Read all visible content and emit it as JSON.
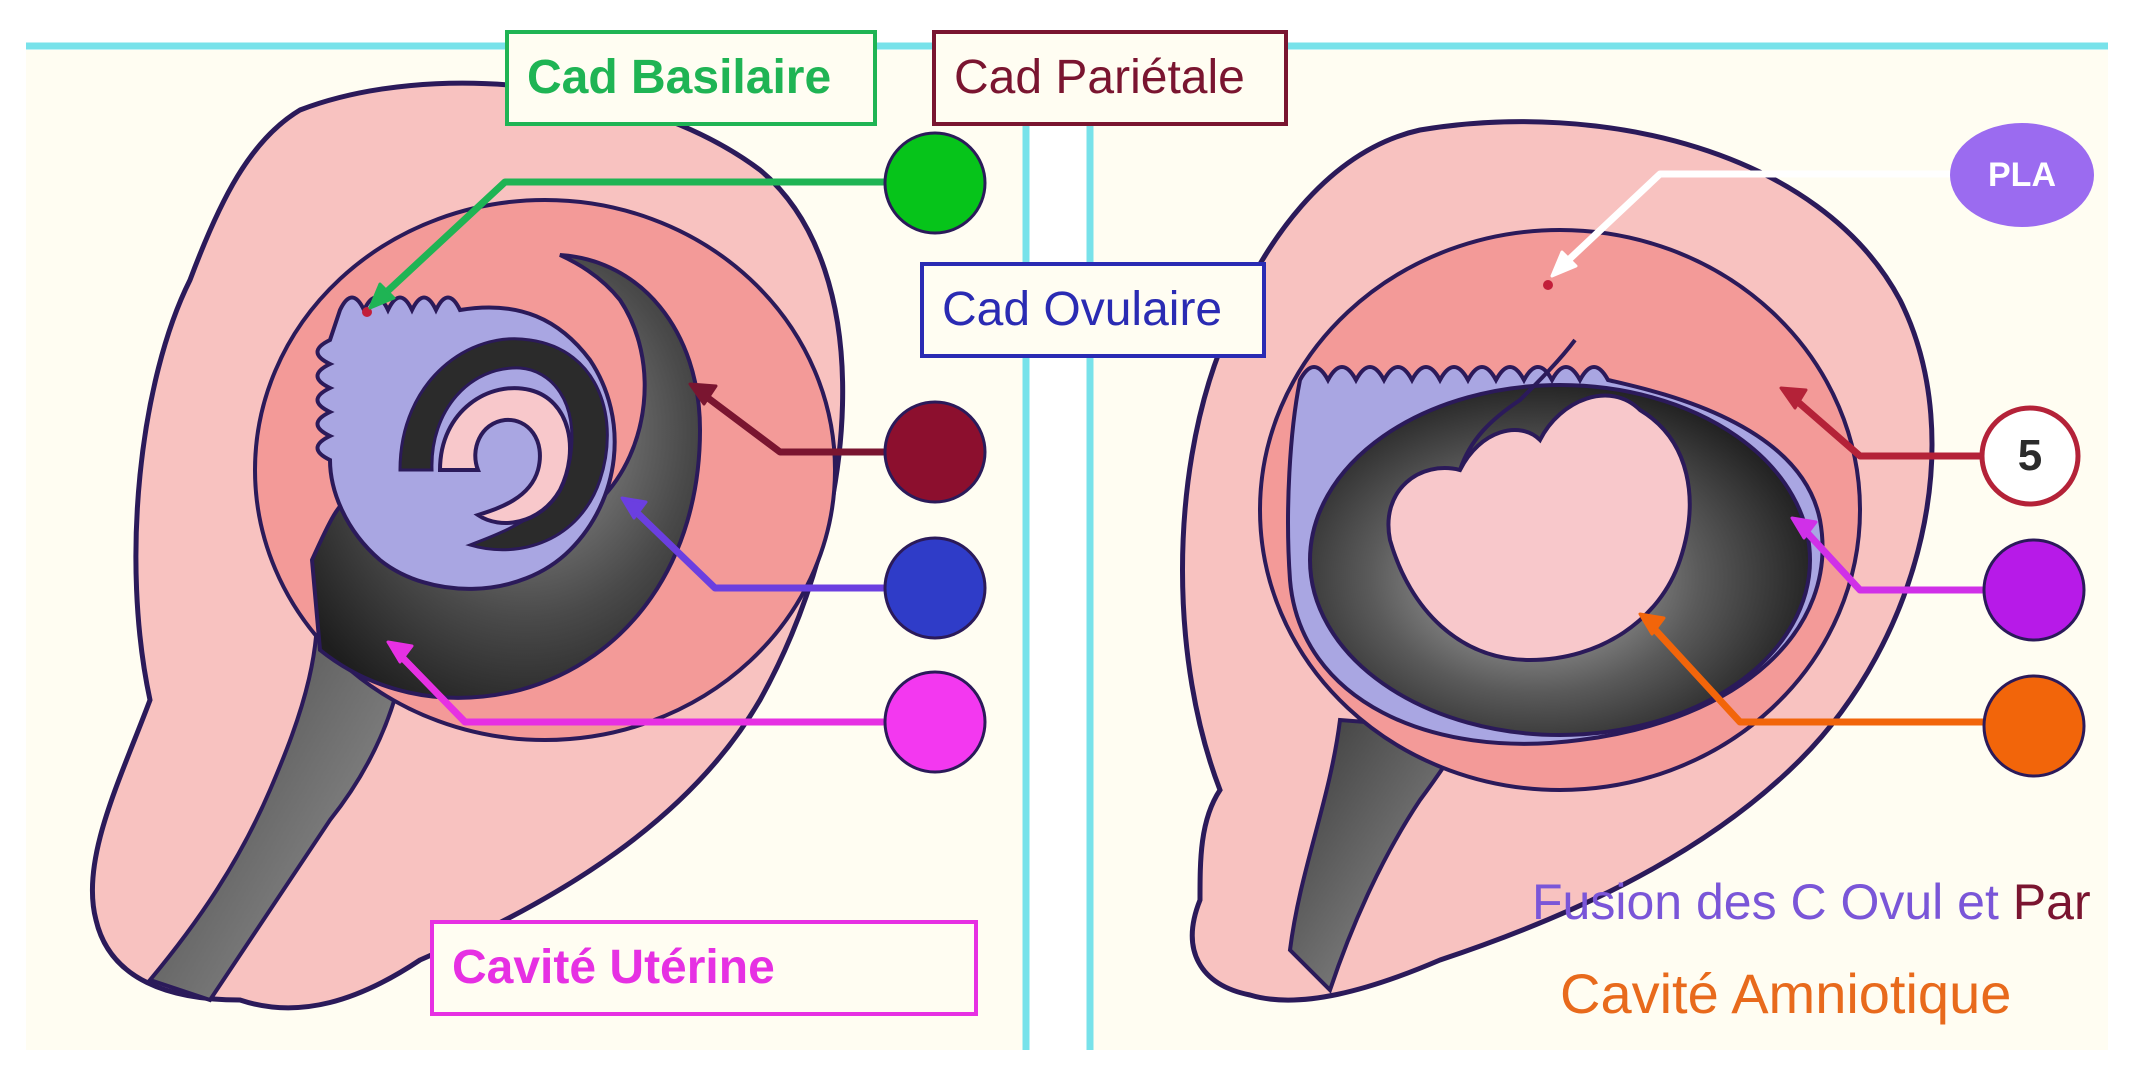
{
  "labels": {
    "cad_basilaire": "Cad Basilaire",
    "cad_parietale": "Cad Pariétale",
    "cad_ovulaire": "Cad Ovulaire",
    "cavite_uterine": "Cavité Utérine",
    "pla": "PLA",
    "number_5": "5",
    "fusion_part1": "Fusion des C Ovul et",
    "fusion_part2": "Par",
    "cavite_amniotique": "Cavité Amniotique"
  },
  "markers": {
    "left": [
      {
        "color": "#06c41a",
        "target": "decidua-basalis"
      },
      {
        "color": "#8c0f2e",
        "target": "decidua-parietalis"
      },
      {
        "color": "#2f3cc8",
        "target": "decidua-capsularis"
      },
      {
        "color": "#f338f0",
        "target": "uterine-cavity"
      }
    ],
    "right": [
      {
        "color": "#9b6bf0",
        "target": "placenta"
      },
      {
        "color": "#b42238",
        "target": "decidua-parietalis"
      },
      {
        "color": "#b71ae8",
        "target": "fused-deciduae"
      },
      {
        "color": "#f2650a",
        "target": "amniotic-cavity"
      }
    ]
  },
  "colors": {
    "background": "#fffdf2",
    "guide_line": "#78e2ea",
    "uterus_wall": "#f8c2c0",
    "decidua": "#f39a98",
    "chorion": "#a9a6e2",
    "embryo": "#f8c8cb",
    "cavity_dark": "#2b2b2b",
    "outline": "#2b1a5a",
    "green": "#1fb454",
    "maroon": "#7a1530",
    "blue": "#2a2bb3",
    "magenta": "#e630e3",
    "orange": "#e86a1c",
    "violet": "#8a50d8"
  }
}
